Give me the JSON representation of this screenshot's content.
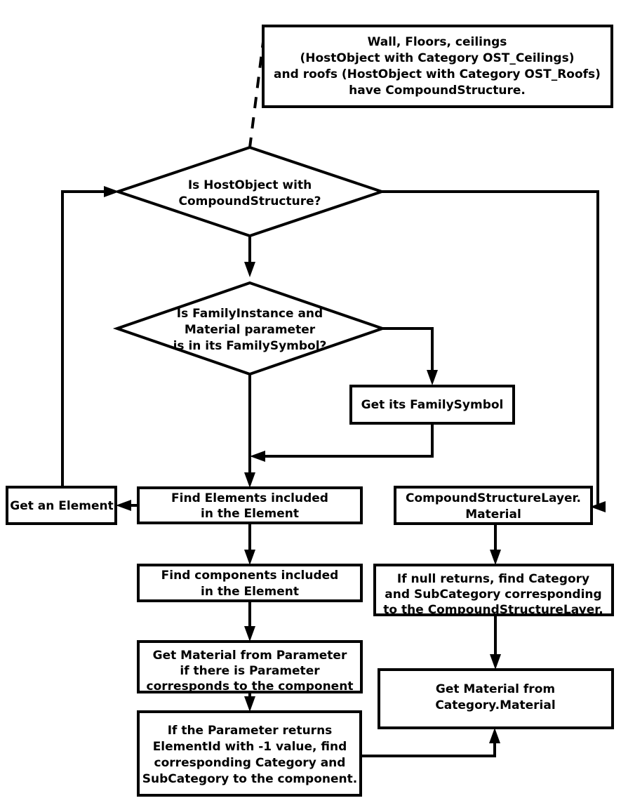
{
  "diagram": {
    "title": "Revit material lookup flowchart",
    "background_color": "#ffffff",
    "line_color": "#000000",
    "text_color": "#000000"
  },
  "nodes": {
    "note_hostobject": {
      "shape": "rect",
      "lines": [
        "Wall, Floors, ceilings",
        "(HostObject with Category OST_Ceilings)",
        "and roofs (HostObject with Category OST_Roofs)",
        "have CompoundStructure."
      ]
    },
    "decision_hostobject": {
      "shape": "diamond",
      "lines": [
        "Is HostObject with",
        "CompoundStructure?"
      ]
    },
    "decision_familyinstance": {
      "shape": "diamond",
      "lines": [
        "Is FamilyInstance and",
        "Material parameter",
        "is in its FamilySymbol?"
      ]
    },
    "get_familysymbol": {
      "shape": "rect",
      "lines": [
        "Get its FamilySymbol"
      ]
    },
    "get_an_element": {
      "shape": "rect",
      "lines": [
        "Get an Element"
      ]
    },
    "find_elements": {
      "shape": "rect",
      "lines": [
        "Find Elements included",
        "in the Element"
      ]
    },
    "compound_structure_layer_material": {
      "shape": "rect",
      "lines": [
        "CompoundStructureLayer.",
        "Material"
      ]
    },
    "find_components": {
      "shape": "rect",
      "lines": [
        "Find components included",
        "in the Element"
      ]
    },
    "if_null_returns": {
      "shape": "rect",
      "lines": [
        "If null returns, find Category",
        "and SubCategory corresponding",
        "to the CompoundStructureLayer."
      ]
    },
    "get_material_from_parameter": {
      "shape": "rect",
      "lines": [
        "Get Material from Parameter",
        "if there is Parameter",
        "corresponds to the component"
      ]
    },
    "get_material_from_category": {
      "shape": "rect",
      "lines": [
        "Get Material from",
        "Category.Material"
      ]
    },
    "if_parameter_returns": {
      "shape": "rect",
      "lines": [
        "If the Parameter returns",
        "ElementId with -1 value, find",
        "corresponding Category and",
        "SubCategory to the component."
      ]
    }
  }
}
